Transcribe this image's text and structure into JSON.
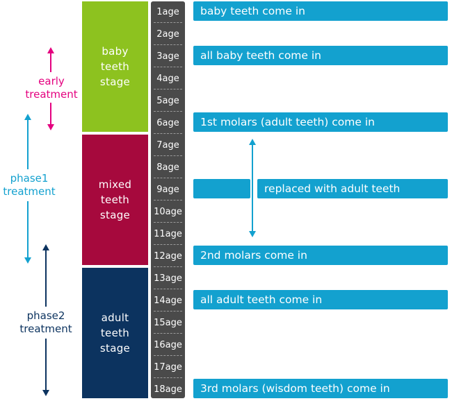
{
  "colors": {
    "baby": "#8dc21f",
    "mixed": "#a6093d",
    "adult": "#0c335f",
    "age_column": "#4a4a4a",
    "event": "#13a1cf",
    "early": "#e4007f",
    "phase1": "#13a1cf",
    "phase2": "#0c335f"
  },
  "stages": [
    {
      "label": "baby\nteeth\nstage",
      "color": "#8dc21f",
      "from_age": 1,
      "to_age": 6
    },
    {
      "label": "mixed\nteeth\nstage",
      "color": "#a6093d",
      "from_age": 7,
      "to_age": 12
    },
    {
      "label": "adult\nteeth\nstage",
      "color": "#0c335f",
      "from_age": 13,
      "to_age": 18
    }
  ],
  "ages": [
    "1age",
    "2age",
    "3age",
    "4age",
    "5age",
    "6age",
    "7age",
    "8age",
    "9age",
    "10age",
    "11age",
    "12age",
    "13age",
    "14age",
    "15age",
    "16age",
    "17age",
    "18age"
  ],
  "events": [
    {
      "age": 1,
      "label": "baby teeth come in"
    },
    {
      "age": 3,
      "label": "all baby teeth come in"
    },
    {
      "age": 6,
      "label": "1st molars (adult teeth) come in"
    },
    {
      "age": 9,
      "label": "replaced with adult teeth"
    },
    {
      "age": 12,
      "label": "2nd molars come in"
    },
    {
      "age": 14,
      "label": "all adult teeth come in"
    },
    {
      "age": 18,
      "label": "3rd molars (wisdom teeth) come in"
    }
  ],
  "treatments": [
    {
      "label": "early\ntreatment",
      "color": "#e4007f",
      "from_age": 3,
      "to_age": 6
    },
    {
      "label": "phase1\ntreatment",
      "color": "#13a1cf",
      "from_age": 6,
      "to_age": 12
    },
    {
      "label": "phase2\ntreatment",
      "color": "#0c335f",
      "from_age": 12,
      "to_age": 18
    }
  ]
}
